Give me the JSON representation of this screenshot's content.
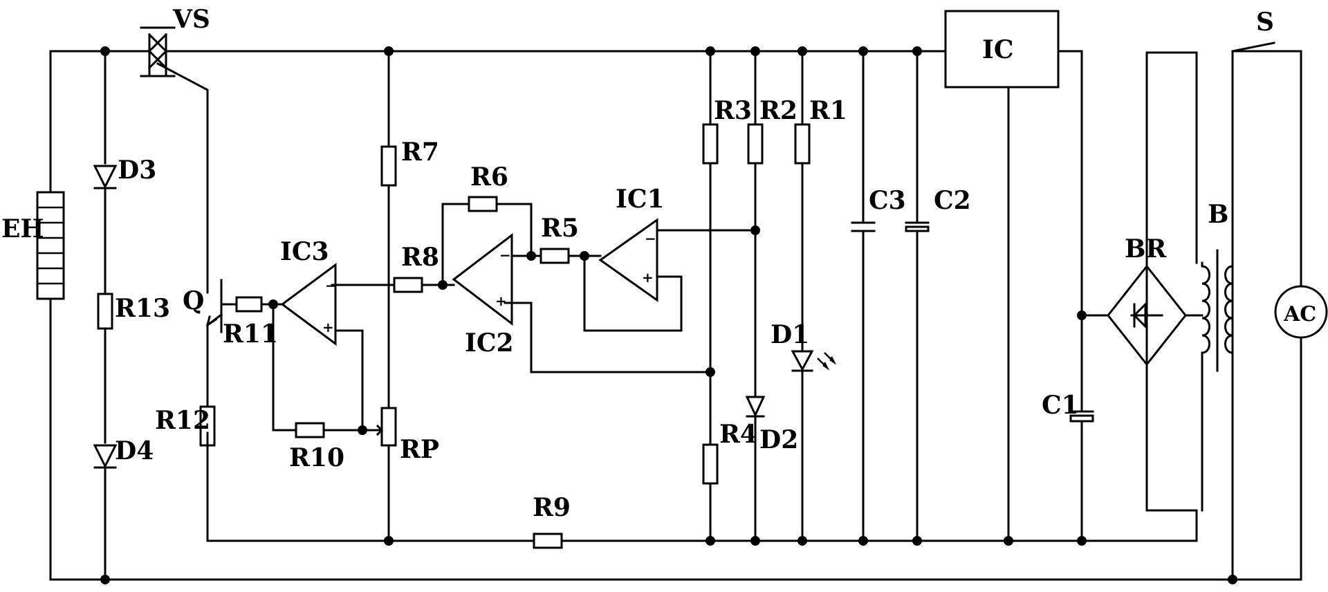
{
  "labels": {
    "VS": "VS",
    "EH": "EH",
    "D3": "D3",
    "R13": "R13",
    "D4": "D4",
    "Q": "Q",
    "R11": "R11",
    "R12": "R12",
    "IC3": "IC3",
    "R10": "R10",
    "R7": "R7",
    "RP": "RP",
    "R8": "R8",
    "R6": "R6",
    "IC2": "IC2",
    "R5": "R5",
    "IC1": "IC1",
    "R3": "R3",
    "R2": "R2",
    "R1": "R1",
    "R4": "R4",
    "D2": "D2",
    "D1": "D1",
    "C3": "C3",
    "C2": "C2",
    "IC": "IC",
    "C1": "C1",
    "BR": "BR",
    "B": "B",
    "S": "S",
    "AC": "AC",
    "R9": "R9"
  },
  "opamp_signs": {
    "minus": "−",
    "plus": "+"
  }
}
